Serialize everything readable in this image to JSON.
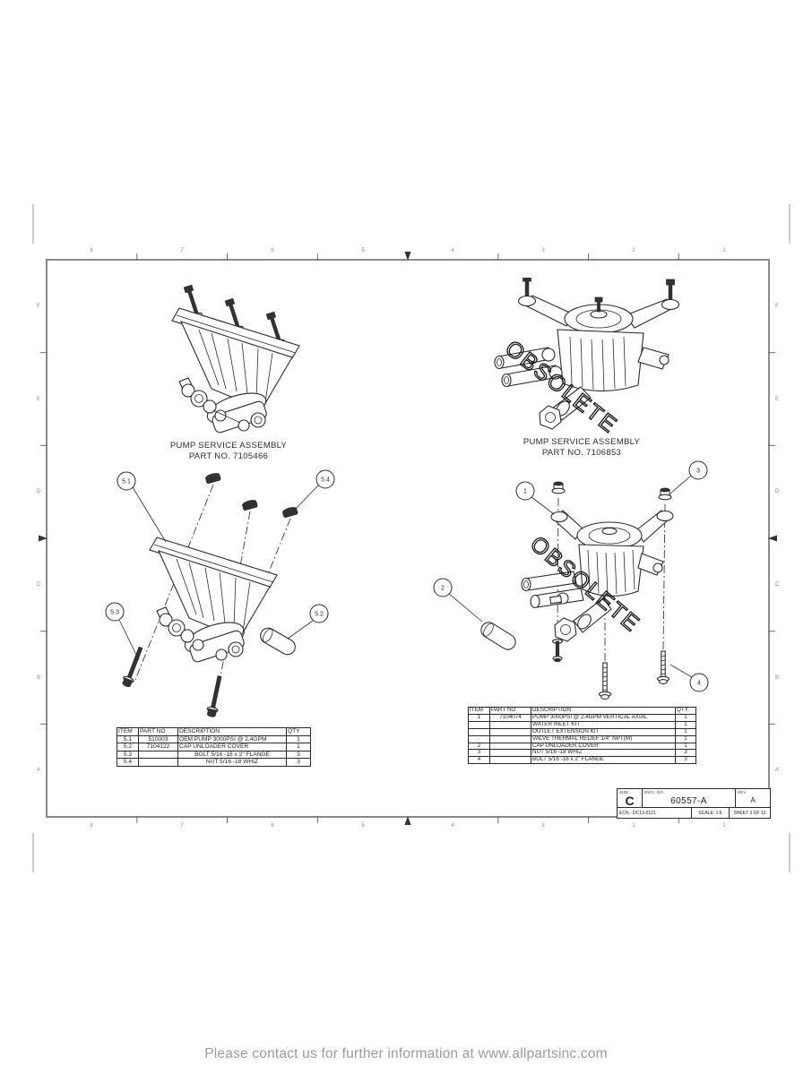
{
  "frame": {
    "zone_numbers": [
      "8",
      "7",
      "6",
      "5",
      "4",
      "3",
      "2",
      "1"
    ],
    "zone_letters": [
      "F",
      "E",
      "D",
      "C",
      "B",
      "A"
    ]
  },
  "views": {
    "assembled_left": {
      "label1": "PUMP SERVICE ASSEMBLY",
      "label2": "PART NO. 7105466"
    },
    "assembled_right": {
      "label1": "PUMP SERVICE ASSEMBLY",
      "label2": "PART NO. 7106853",
      "watermark": "OBSOLETE"
    },
    "exploded_left": {
      "balloons": {
        "b51": "5.1",
        "b52": "5.2",
        "b53": "5.3",
        "b54": "5.4"
      }
    },
    "exploded_right": {
      "balloons": {
        "b1": "1",
        "b2": "2",
        "b3": "3",
        "b4": "4"
      },
      "watermark": "OBSOLETE"
    }
  },
  "bom_left": {
    "headers": [
      "ITEM",
      "PART NO",
      "DESCRIPTION",
      "QTY"
    ],
    "rows": [
      [
        "5.1",
        "510003",
        "OEM PUMP  3000PSI @ 2.4GPM",
        "1"
      ],
      [
        "5.2",
        "7104122",
        "CAP  UNLOADER COVER",
        "1"
      ],
      [
        "5.3",
        "",
        "BOLT  5/16 -18 x 2\" FLANGE",
        "3"
      ],
      [
        "5.4",
        "",
        "NUT  5/16 -18 WHIZ",
        "3"
      ]
    ]
  },
  "bom_right": {
    "headers": [
      "ITEM",
      "PART NO",
      "DESCRIPTION",
      "QTY."
    ],
    "rows": [
      [
        "1",
        "7104074",
        "PUMP  3000PSI @ 2.4GPM VERTICAL AXIAL",
        "1"
      ],
      [
        "",
        "",
        "WATER INLET KIT",
        "1"
      ],
      [
        "",
        "",
        "OUTLET EXTENSION KIT",
        "1"
      ],
      [
        "",
        "",
        "VALVE  THERMAL RELIEF 1/4\" NPT(M)",
        "1"
      ],
      [
        "2",
        "",
        "CAP  UNLOADER COVER",
        "1"
      ],
      [
        "3",
        "",
        "NUT  5/16 -18 WHIZ",
        "3"
      ],
      [
        "4",
        "",
        "BOLT  5/16 -18 x 2\" FLANGE",
        "3"
      ]
    ]
  },
  "title_block": {
    "size_label": "SIZE",
    "size_value": "C",
    "dwg_label": "DWG.  NO.",
    "dwg_value": "60557-A",
    "rev_label": "REV",
    "rev_value": "A",
    "ecn": "ECN - DC13-0121",
    "scale": "SCALE: 1:6",
    "sheet": "SHEET 3 OF 12"
  },
  "footer": "Please contact us for further information at www.allpartsinc.com"
}
